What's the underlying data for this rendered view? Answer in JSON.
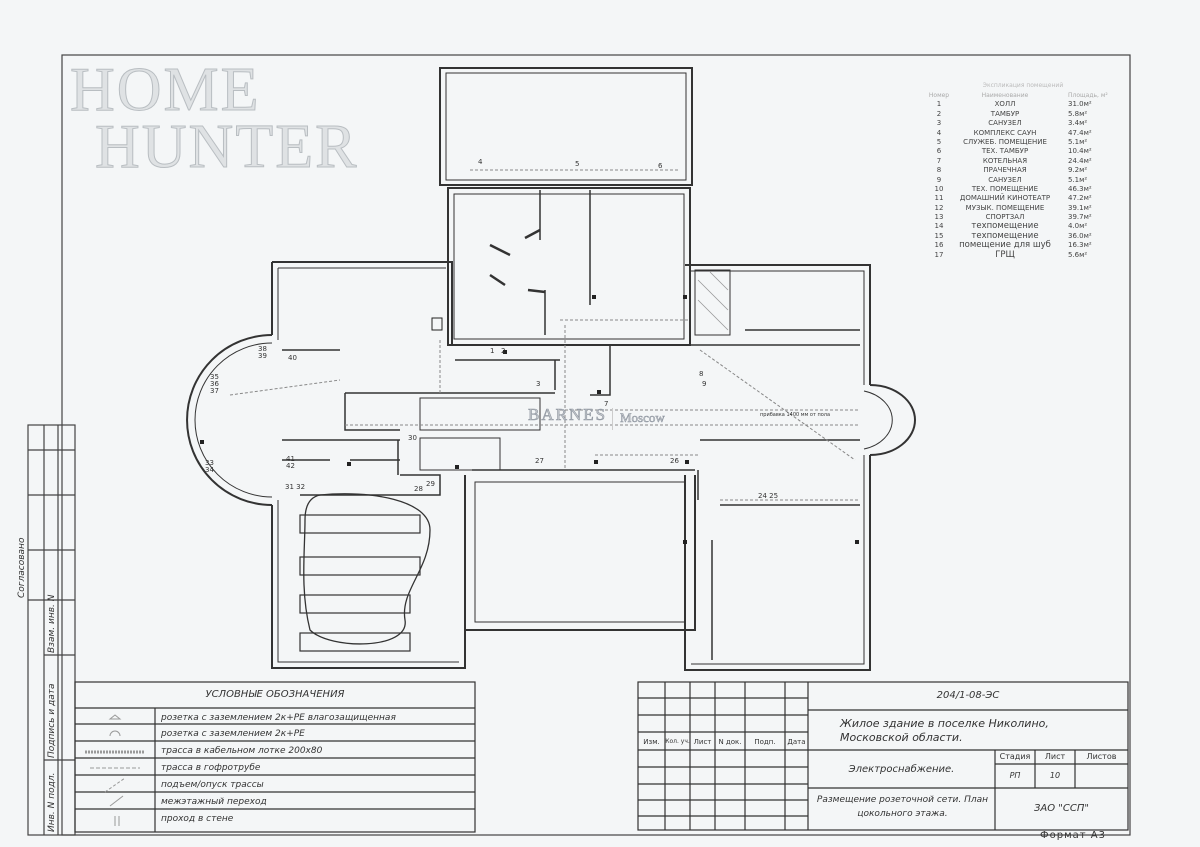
{
  "watermarks": {
    "brand_line1": "HOME",
    "brand_line2": "HUNTER",
    "agency": "BARNES",
    "city": "Moscow"
  },
  "room_table": {
    "header": {
      "title": "Экспликация помещений",
      "col_num": "Номер",
      "col_name": "Наименование",
      "col_area": "Площадь, м²"
    },
    "rooms": [
      {
        "num": "1",
        "name": "ХОЛЛ",
        "area": "31.0м²"
      },
      {
        "num": "2",
        "name": "ТАМБУР",
        "area": "5.8м²"
      },
      {
        "num": "3",
        "name": "САНУЗЕЛ",
        "area": "3.4м²"
      },
      {
        "num": "4",
        "name": "КОМПЛЕКС САУН",
        "area": "47.4м²"
      },
      {
        "num": "5",
        "name": "СЛУЖЕБ. ПОМЕЩЕНИЕ",
        "area": "5.1м²"
      },
      {
        "num": "6",
        "name": "ТЕХ. ТАМБУР",
        "area": "10.4м²"
      },
      {
        "num": "7",
        "name": "КОТЕЛЬНАЯ",
        "area": "24.4м²"
      },
      {
        "num": "8",
        "name": "ПРАЧЕЧНАЯ",
        "area": "9.2м²"
      },
      {
        "num": "9",
        "name": "САНУЗЕЛ",
        "area": "5.1м²"
      },
      {
        "num": "10",
        "name": "ТЕХ. ПОМЕЩЕНИЕ",
        "area": "46.3м²"
      },
      {
        "num": "11",
        "name": "ДОМАШНИЙ КИНОТЕАТР",
        "area": "47.2м²"
      },
      {
        "num": "12",
        "name": "МУЗЫК. ПОМЕЩЕНИЕ",
        "area": "39.1м²"
      },
      {
        "num": "13",
        "name": "СПОРТЗАЛ",
        "area": "39.7м²"
      },
      {
        "num": "14",
        "name": "техпомещение",
        "area": "4.0м²"
      },
      {
        "num": "15",
        "name": "техпомещение",
        "area": "36.0м²"
      },
      {
        "num": "16",
        "name": "помещение для шуб",
        "area": "16.3м²"
      },
      {
        "num": "17",
        "name": "ГРЩ",
        "area": "5.6м²"
      }
    ]
  },
  "legend": {
    "title": "УСЛОВНЫЕ ОБОЗНАЧЕНИЯ",
    "items": [
      "розетка с заземлением 2к+PE влагозащищенная",
      "розетка с заземлением 2к+PE",
      "трасса в кабельном лотке 200х80",
      "трасса в гофротрубе",
      "подъем/опуск трассы",
      "межэтажный переход",
      "проход в стене"
    ]
  },
  "title_block": {
    "code": "204/1-08-ЭС",
    "project": "Жилое здание в поселке Николино, Московской области.",
    "section": "Электроснабжение.",
    "sheet_title": "Размещение розеточной сети. План цокольного этажа.",
    "columns": [
      "Изм.",
      "Кол. уч.",
      "Лист",
      "N док.",
      "Подп.",
      "Дата"
    ],
    "stage_label": "Стадия",
    "sheet_label": "Лист",
    "sheets_label": "Листов",
    "stage": "РП",
    "sheet": "10",
    "sheets": "",
    "company": "ЗАО \"ССП\"",
    "format": "Формат А3"
  },
  "side_stamp": {
    "approved": "Согласовано",
    "inv_orig": "Инв. N подл.",
    "sign_date": "Подпись и дата",
    "replace_inv": "Взам. инв. N"
  },
  "plan_labels": [
    "1",
    "2",
    "3",
    "4",
    "5",
    "6",
    "7",
    "8",
    "9",
    "24 25",
    "26",
    "27",
    "28",
    "29",
    "30",
    "31 32",
    "33 34",
    "35 36 37",
    "38 39",
    "40",
    "41 42"
  ],
  "plan_note": "прибавка 1400 мм от пола"
}
